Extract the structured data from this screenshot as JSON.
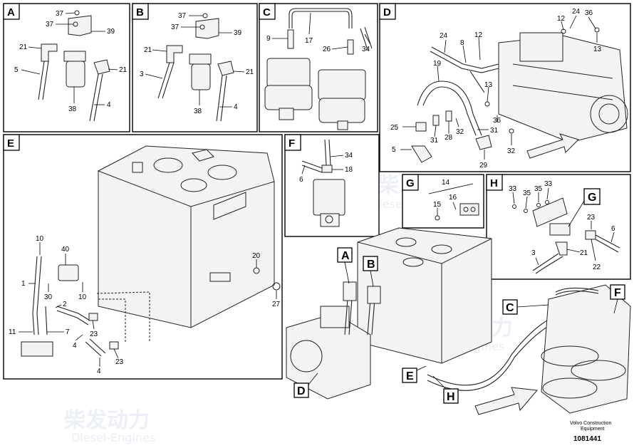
{
  "panels": {
    "A": {
      "tag": "A",
      "labels": [
        "37",
        "37",
        "39",
        "21",
        "21",
        "5",
        "38",
        "4"
      ]
    },
    "B": {
      "tag": "B",
      "labels": [
        "37",
        "37",
        "39",
        "21",
        "21",
        "3",
        "38",
        "4"
      ]
    },
    "C": {
      "tag": "C",
      "labels": [
        "9",
        "17",
        "26",
        "34"
      ]
    },
    "D": {
      "tag": "D",
      "labels": [
        "12",
        "24",
        "36",
        "24",
        "8",
        "12",
        "13",
        "19",
        "13",
        "25",
        "31",
        "28",
        "32",
        "31",
        "36",
        "5",
        "29",
        "32"
      ]
    },
    "E": {
      "tag": "E",
      "labels": [
        "10",
        "40",
        "1",
        "30",
        "10",
        "2",
        "11",
        "7",
        "4",
        "23",
        "23",
        "4",
        "20",
        "27"
      ]
    },
    "F": {
      "tag": "F",
      "labels": [
        "34",
        "18",
        "6"
      ]
    },
    "G": {
      "tag": "G",
      "labels": [
        "14",
        "15",
        "16"
      ]
    },
    "H": {
      "tag": "H",
      "labels": [
        "33",
        "35",
        "35",
        "33",
        "23",
        "6",
        "3",
        "21",
        "22"
      ]
    }
  },
  "overview_callouts": [
    "A",
    "B",
    "C",
    "F",
    "D",
    "E",
    "H",
    "G"
  ],
  "watermark": {
    "cn": "柴发动力",
    "en": "Diesel-Engines"
  },
  "footer": {
    "brand_line1": "Volvo Construction",
    "brand_line2": "Equipment",
    "doc_number": "1081441"
  }
}
